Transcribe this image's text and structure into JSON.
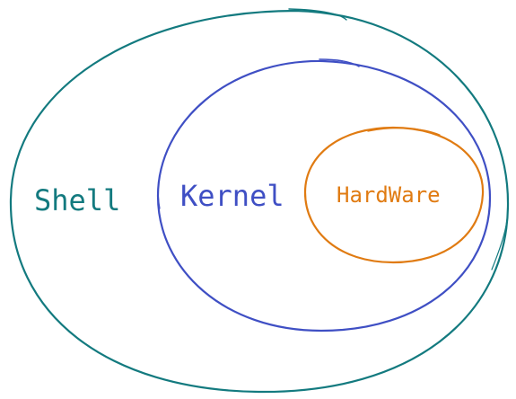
{
  "diagram": {
    "layers": [
      {
        "key": "shell",
        "label": "Shell",
        "color": "#137a7f"
      },
      {
        "key": "kernel",
        "label": "Kernel",
        "color": "#3f4fc4"
      },
      {
        "key": "hardware",
        "label": "HardWare",
        "color": "#e07b12"
      }
    ]
  }
}
